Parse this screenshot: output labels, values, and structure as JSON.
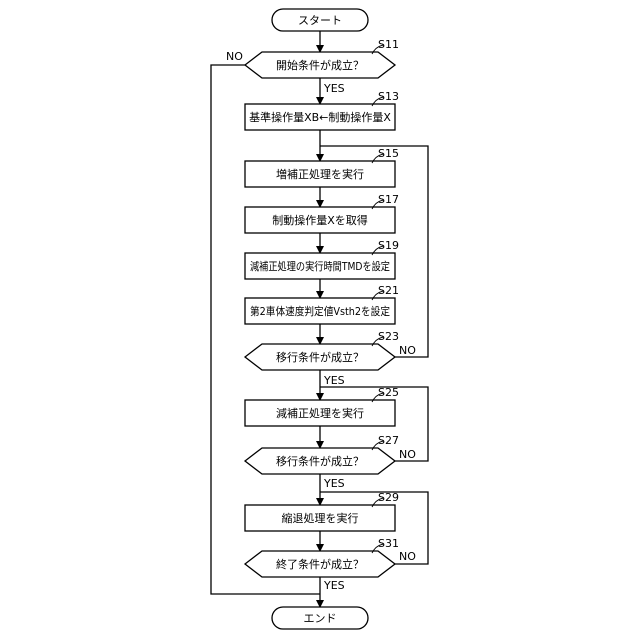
{
  "flowchart": {
    "start": "スタート",
    "end": "エンド",
    "yes": "YES",
    "no": "NO",
    "steps": [
      {
        "id": "S11",
        "kind": "decision",
        "text": "開始条件が成立？"
      },
      {
        "id": "S13",
        "kind": "process",
        "text": "基準操作量XB←制動操作量X"
      },
      {
        "id": "S15",
        "kind": "process",
        "text": "増補正処理を実行"
      },
      {
        "id": "S17",
        "kind": "process",
        "text": "制動操作量Xを取得"
      },
      {
        "id": "S19",
        "kind": "process",
        "text": "減補正処理の実行時間TMDを設定"
      },
      {
        "id": "S21",
        "kind": "process",
        "text": "第2車体速度判定値Vsth2を設定"
      },
      {
        "id": "S23",
        "kind": "decision",
        "text": "移行条件が成立？"
      },
      {
        "id": "S25",
        "kind": "process",
        "text": "減補正処理を実行"
      },
      {
        "id": "S27",
        "kind": "decision",
        "text": "移行条件が成立？"
      },
      {
        "id": "S29",
        "kind": "process",
        "text": "縮退処理を実行"
      },
      {
        "id": "S31",
        "kind": "decision",
        "text": "終了条件が成立？"
      }
    ]
  }
}
